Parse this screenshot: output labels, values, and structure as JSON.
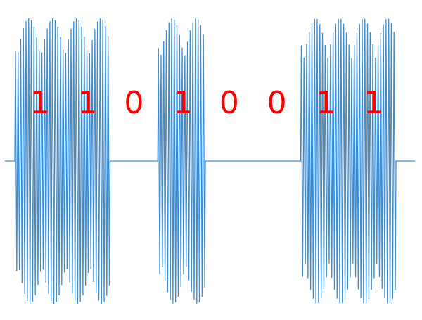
{
  "diagram": {
    "type": "ook-modulation",
    "signal_color": "#3f8dd0",
    "label_color": "#ff0000",
    "bits": [
      "1",
      "1",
      "0",
      "1",
      "0",
      "0",
      "1",
      "1"
    ]
  }
}
